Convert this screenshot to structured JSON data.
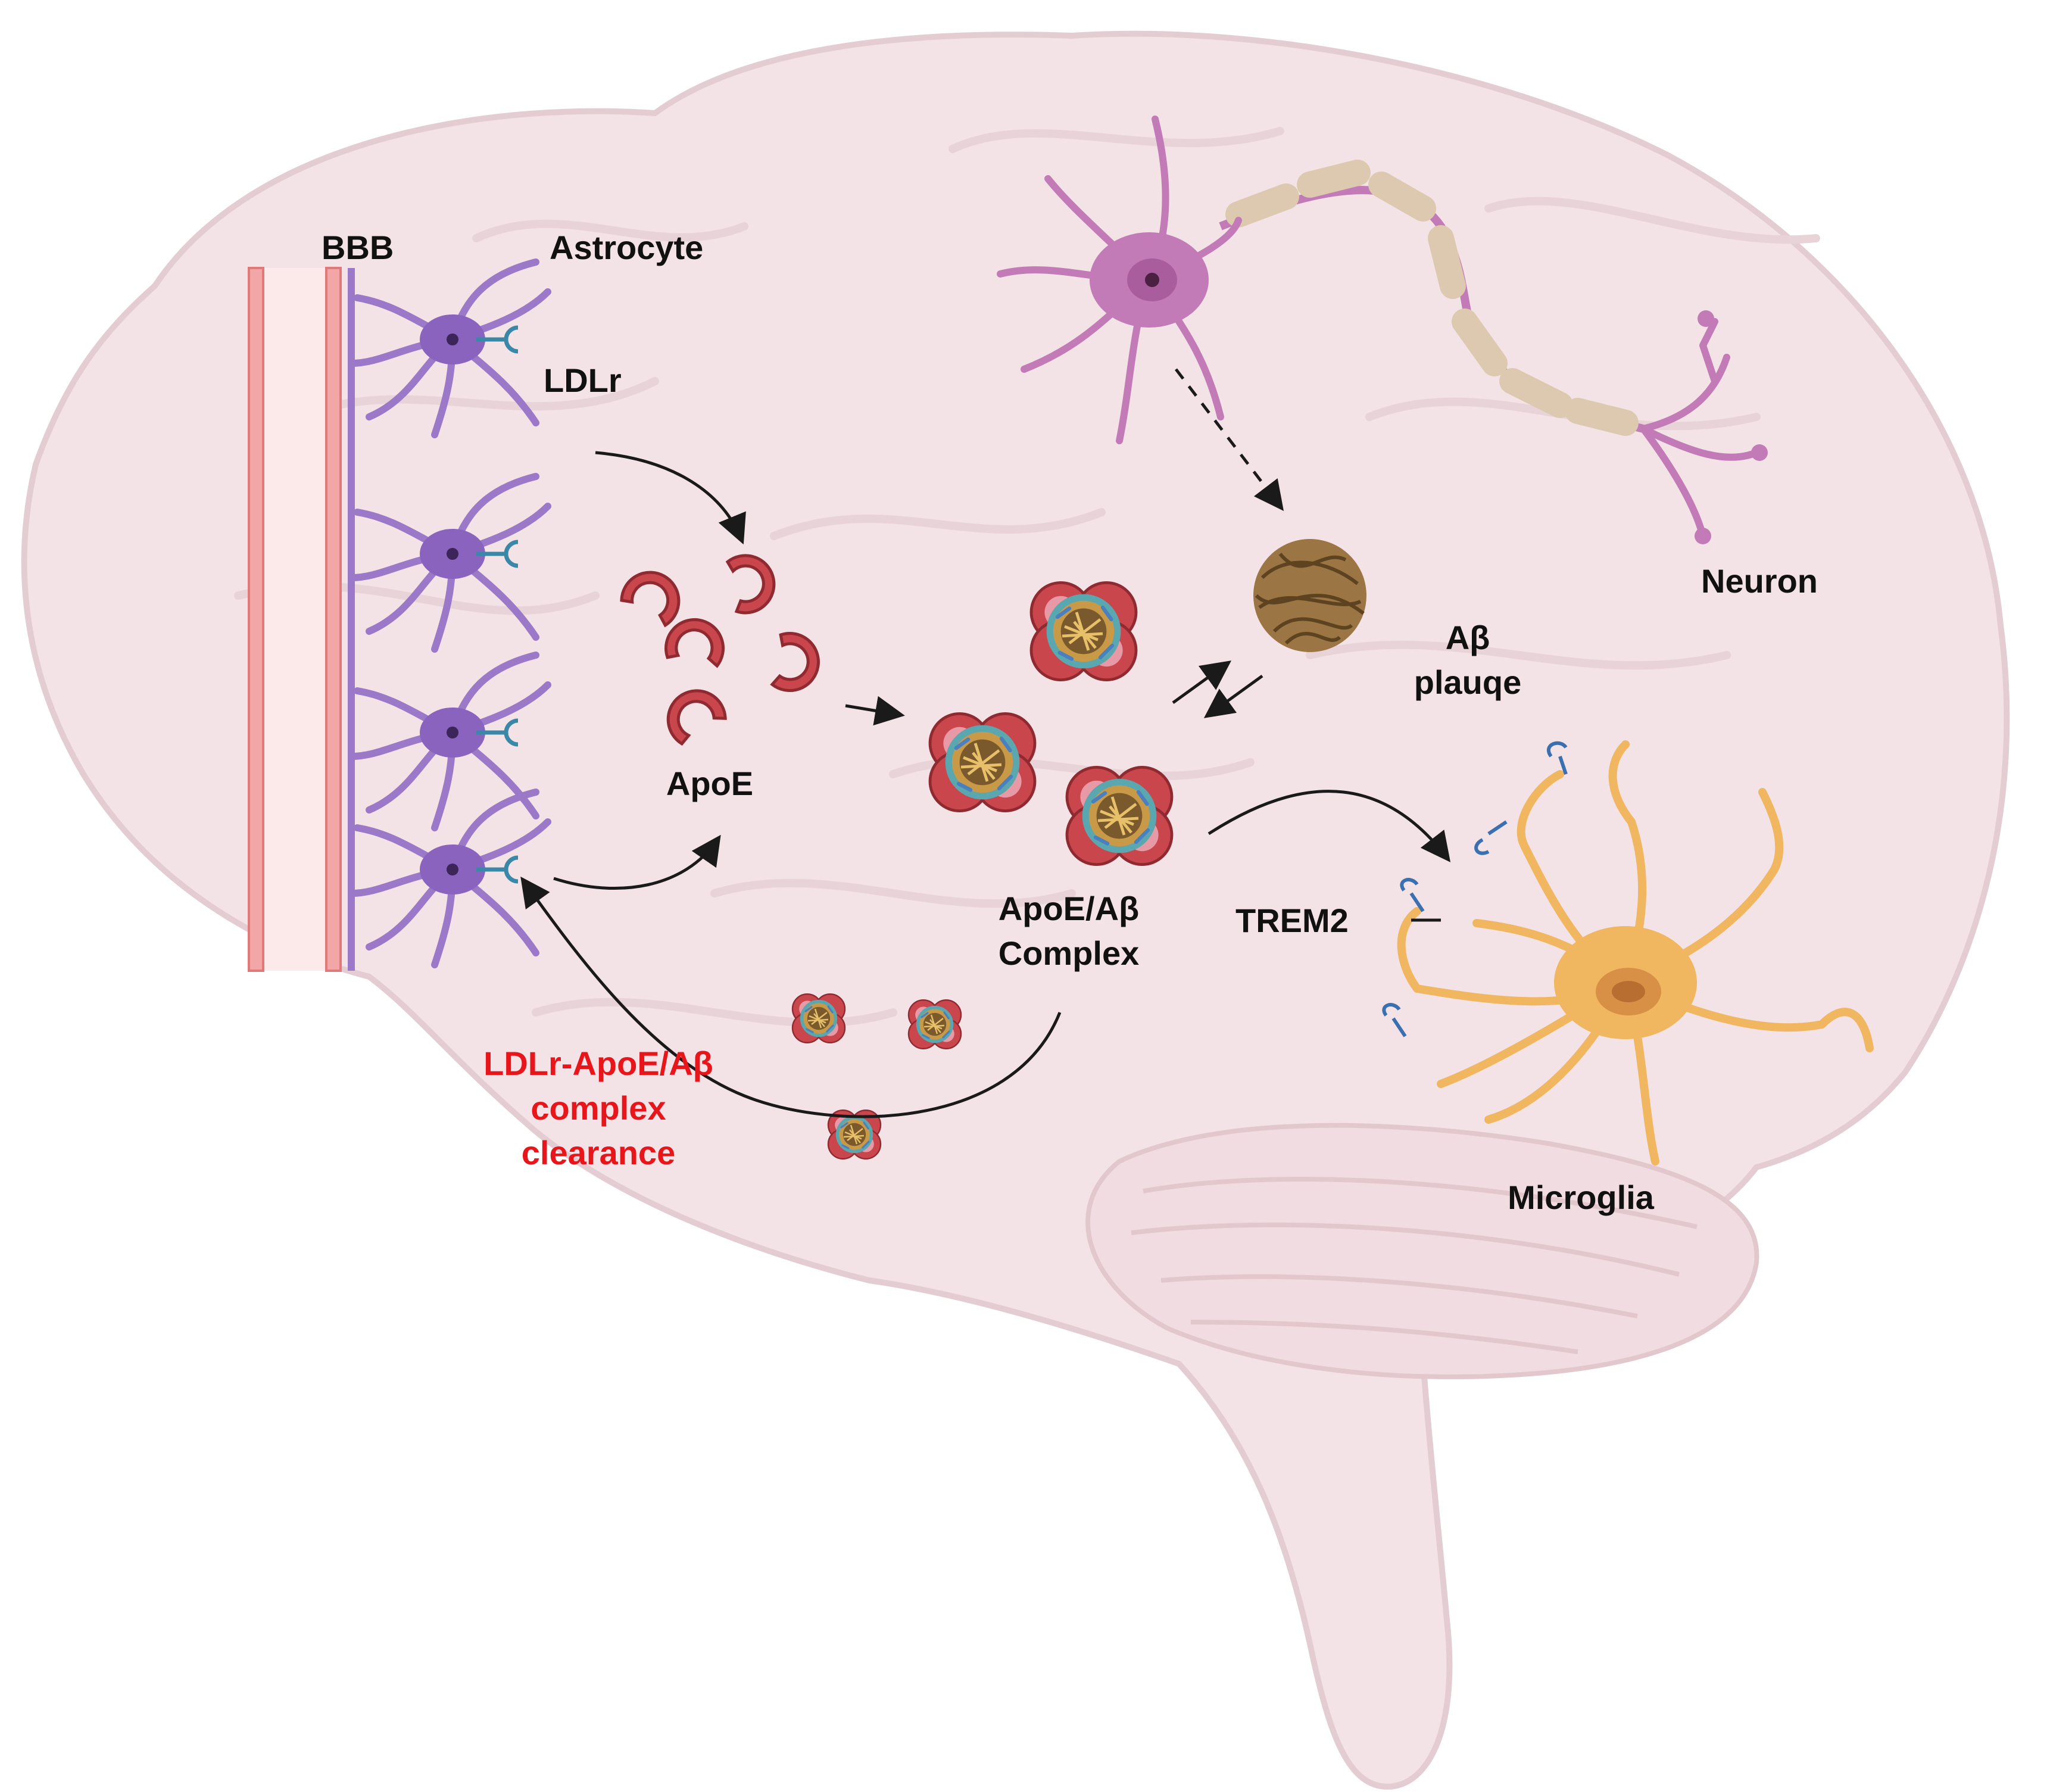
{
  "labels": {
    "bbb": "BBB",
    "astrocyte": "Astrocyte",
    "ldlr": "LDLr",
    "apoe": "ApoE",
    "neuron": "Neuron",
    "abeta_plaque_1": "Aβ",
    "abeta_plaque_2": "plauqe",
    "complex_1": "ApoE/Aβ",
    "complex_2": "Complex",
    "trem2": "TREM2",
    "microglia": "Microglia",
    "clearance_1": "LDLr-ApoE/Aβ",
    "clearance_2": "complex",
    "clearance_3": "clearance"
  },
  "colors": {
    "brain_fill": "#f3e3e6",
    "brain_outline": "#e4cdd2",
    "astrocyte": "#9b78c8",
    "neuron": "#c27bb6",
    "myelin": "#dcc9b0",
    "apoe": "#c9464d",
    "complex_core": "#8a6a3a",
    "microglia": "#f0b660",
    "bbb_vessel": "#f2a6a6",
    "trem2": "#3a6fb0",
    "ldlr": "#3a88a8",
    "clearance_text": "#e8161b"
  }
}
